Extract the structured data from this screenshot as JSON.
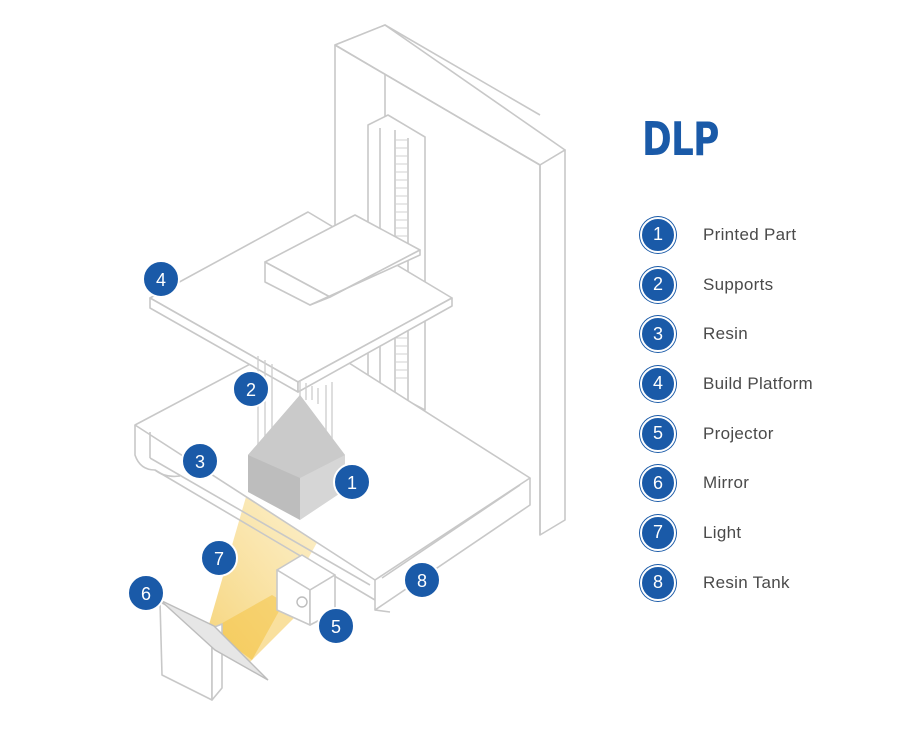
{
  "title": "DLP",
  "legend": [
    {
      "num": "1",
      "label": "Printed Part"
    },
    {
      "num": "2",
      "label": "Supports"
    },
    {
      "num": "3",
      "label": "Resin"
    },
    {
      "num": "4",
      "label": "Build Platform"
    },
    {
      "num": "5",
      "label": "Projector"
    },
    {
      "num": "6",
      "label": "Mirror"
    },
    {
      "num": "7",
      "label": "Light"
    },
    {
      "num": "8",
      "label": "Resin Tank"
    }
  ],
  "colors": {
    "accent": "#1a5aa8",
    "line": "#c8c8c8",
    "part": "#d4d4d4",
    "light": "#f7dc8f"
  }
}
